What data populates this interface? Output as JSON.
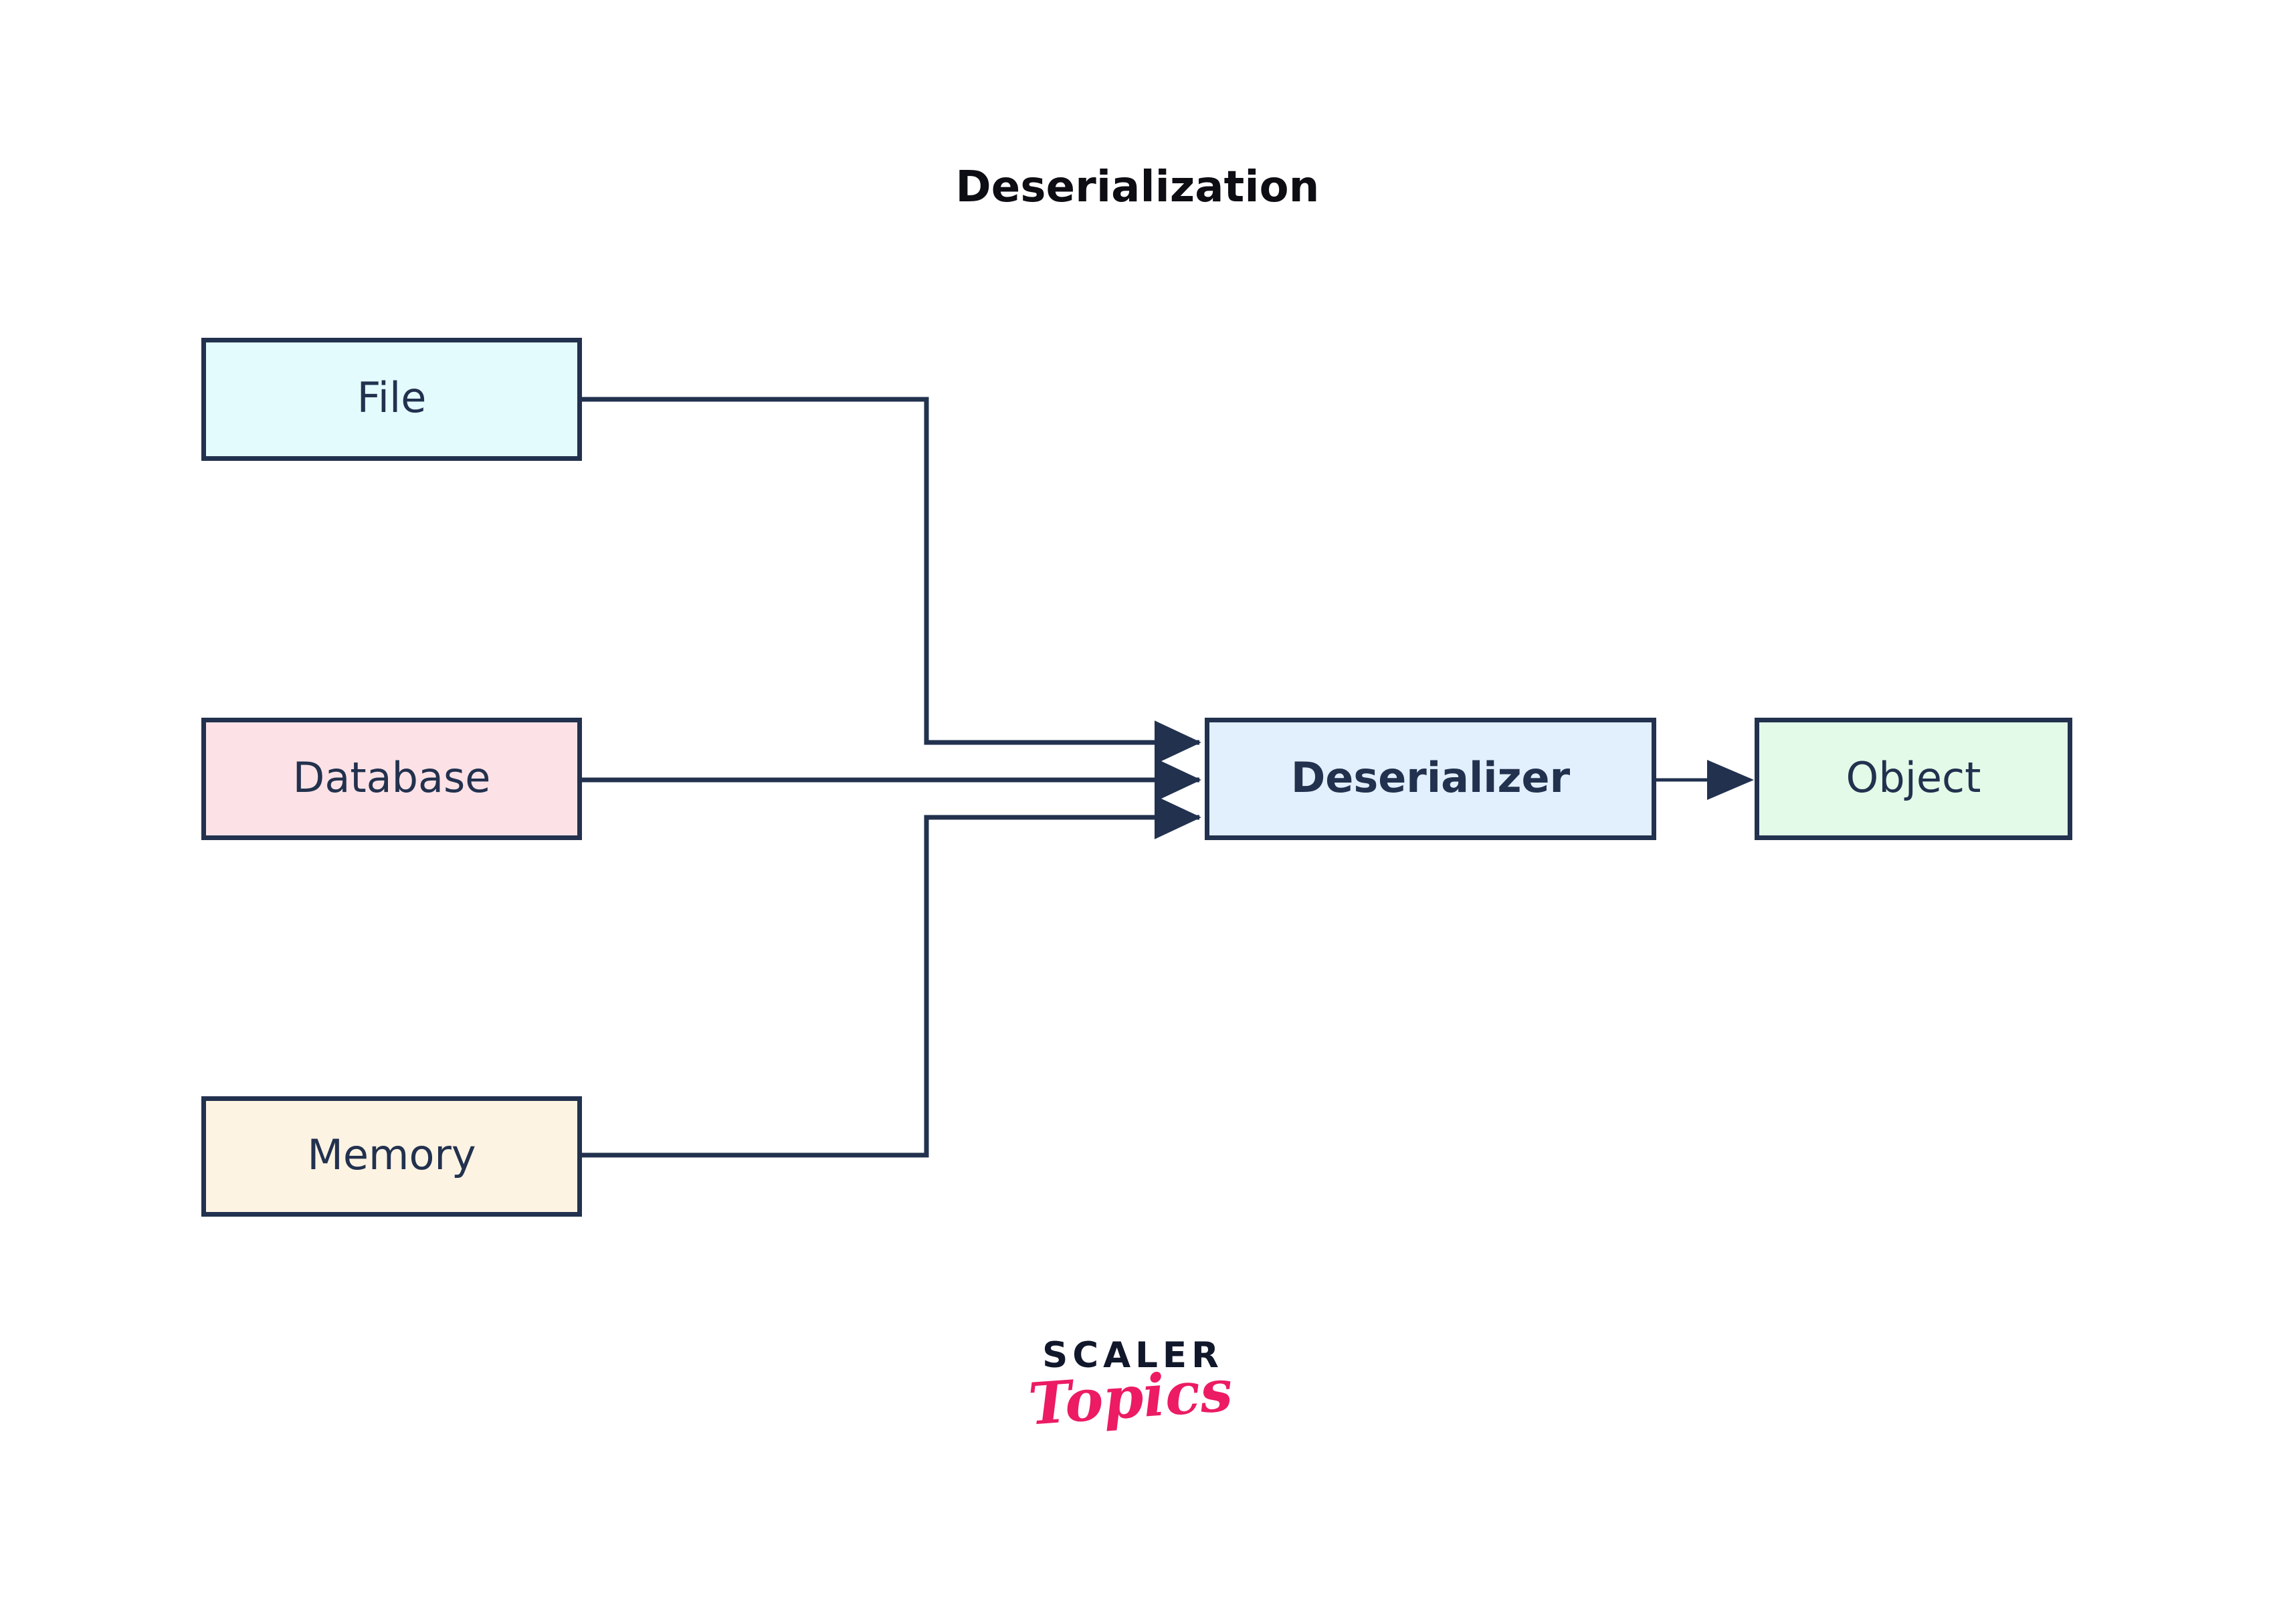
{
  "diagram": {
    "title": "Deserialization",
    "type": "flow-diagram",
    "background_color": "#ffffff",
    "stroke_color": "#22314e",
    "nodes": [
      {
        "id": "file",
        "label": "File",
        "fill": "#e3fbfd",
        "bold": false
      },
      {
        "id": "database",
        "label": "Database",
        "fill": "#fce2e6",
        "bold": false
      },
      {
        "id": "memory",
        "label": "Memory",
        "fill": "#fdf3e3",
        "bold": false
      },
      {
        "id": "deserializer",
        "label": "Deserializer",
        "fill": "#e2effc",
        "bold": true
      },
      {
        "id": "object",
        "label": "Object",
        "fill": "#e3fae8",
        "bold": false
      }
    ],
    "edges": [
      {
        "from": "file",
        "to": "deserializer",
        "style": "orthogonal"
      },
      {
        "from": "database",
        "to": "deserializer",
        "style": "straight"
      },
      {
        "from": "memory",
        "to": "deserializer",
        "style": "orthogonal"
      },
      {
        "from": "deserializer",
        "to": "object",
        "style": "straight"
      }
    ]
  },
  "branding": {
    "name_primary": "SCALER",
    "name_secondary": "Topics",
    "primary_color": "#11182b",
    "secondary_color": "#ec1b63"
  }
}
